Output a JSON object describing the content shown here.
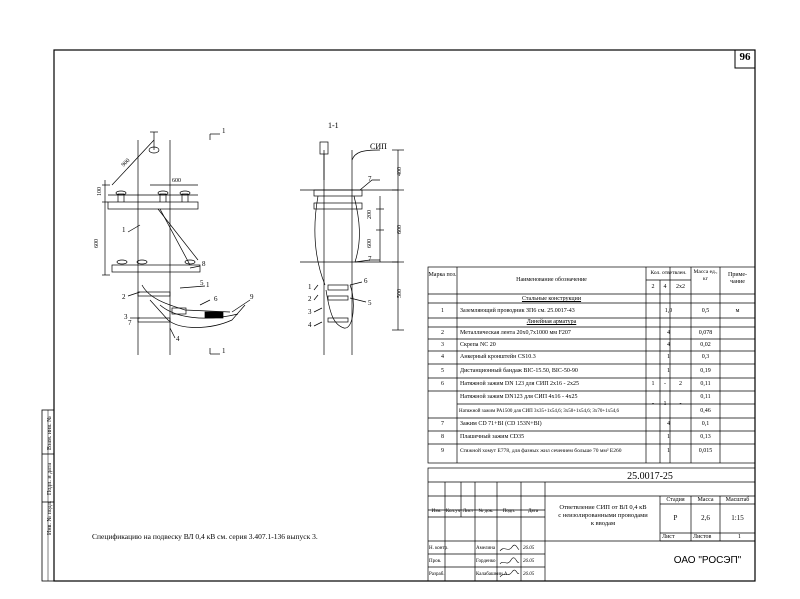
{
  "sheet": {
    "number": "96",
    "doc_code": "25.0017-25",
    "title_lines": [
      "Ответвление СИП от  ВЛ 0,4 кВ",
      "с неизолированными проводами",
      "к вводам"
    ],
    "company": "ОАО \"РОСЭП\"",
    "stage_label": "Стадия",
    "mass_label": "Масса",
    "scale_label": "Масштаб",
    "stage": "Р",
    "mass": "2,6",
    "scale": "1:15",
    "sheet_label": "Лист",
    "sheets_label": "Листов",
    "sheets": "1"
  },
  "stamp_headers": [
    "Изм.",
    "Кол.уч",
    "Лист",
    "№ док.",
    "Подп.",
    "Дата"
  ],
  "signatures": [
    {
      "role": "Н. контр.",
      "name": "Амелина",
      "date": "26.05"
    },
    {
      "role": "Пров.",
      "name": "Горденко",
      "date": "26.05"
    },
    {
      "role": "Разраб.",
      "name": "Калабашкин А.",
      "date": "26.05"
    }
  ],
  "side_labels": [
    "Инв. № подл.",
    "Подп. и дата",
    "Взам. инв. №"
  ],
  "note": "Спецификацию на подвеску  ВЛ 0,4 кВ см. серия 3.407.1-136 выпуск 3.",
  "drawing": {
    "section_label": "1-1",
    "cut_marks": [
      "1",
      "1"
    ],
    "sip_label": "СИП",
    "dims_left": [
      "900",
      "600",
      "100",
      "600"
    ],
    "dims_right": [
      "400",
      "200",
      "600",
      "600",
      "500"
    ],
    "callouts_left": [
      "1",
      "2",
      "3",
      "4",
      "5",
      "6",
      "7",
      "8",
      "9",
      "1"
    ],
    "callouts_right": [
      "1",
      "2",
      "3",
      "4",
      "5",
      "6",
      "7",
      "7"
    ]
  },
  "table": {
    "headers": {
      "mark": "Марка поз.",
      "name": "Наименование обозначение",
      "qty": "Кол. ответвлен.",
      "qty_cols": [
        "2",
        "4",
        "2x2"
      ],
      "mass": "Масса ед., кг",
      "note": "Приме- чание"
    },
    "rows": [
      {
        "type": "section",
        "name": "Стальные конструкции"
      },
      {
        "mark": "1",
        "name": "Заземляющий проводник ЗП6 см. 25.0017-43",
        "q2": "",
        "q4": "1,0",
        "q22": "",
        "mass": "0,5",
        "note": "м"
      },
      {
        "type": "section",
        "name": "Линейная арматура"
      },
      {
        "mark": "2",
        "name": "Металлическая лента 20х0,7х1000 мм F207",
        "q2": "",
        "q4": "4",
        "q22": "",
        "mass": "0,078",
        "note": ""
      },
      {
        "mark": "3",
        "name": "Скрепа NC 20",
        "q2": "",
        "q4": "4",
        "q22": "",
        "mass": "0,02",
        "note": ""
      },
      {
        "mark": "4",
        "name": "Анкерный кронштейн CS10.3",
        "q2": "",
        "q4": "1",
        "q22": "",
        "mass": "0,3",
        "note": ""
      },
      {
        "mark": "5",
        "name": "Дистанционный бандаж BIC-15.50, BIC-50-90",
        "q2": "",
        "q4": "1",
        "q22": "",
        "mass": "0,19",
        "note": ""
      },
      {
        "mark": "6",
        "name": "Натяжной зажим DN 123 для СИП 2х16 - 2х25",
        "q2": "1",
        "q4": "-",
        "q22": "2",
        "mass": "0,11",
        "note": ""
      },
      {
        "mark": "",
        "name": "Натяжной зажим DN123 для СИП 4х16 - 4х25",
        "q2": "",
        "q4": "",
        "q22": "",
        "mass": "0,11",
        "note": ""
      },
      {
        "mark": "",
        "name": "Натяжной зажим PA1500 для СИП 3х35+1х54,6; 3х50+1х54,6; 3х70+1х54,6",
        "q2": "",
        "q4": "",
        "q22": "",
        "mass": "0,46",
        "note": ""
      },
      {
        "mark": "7",
        "name": "Зажим CD 71+BI (CD 153N+BI)",
        "q2": "",
        "q4": "4",
        "q22": "",
        "mass": "0,1",
        "note": ""
      },
      {
        "mark": "8",
        "name": "Плашечный зажим CD35",
        "q2": "",
        "q4": "1",
        "q22": "",
        "mass": "0,13",
        "note": ""
      },
      {
        "mark": "9",
        "name": "Стяжной хомут E778, для фазных жил сечением больше 70 мм² E260",
        "q2": "",
        "q4": "1",
        "q22": "",
        "mass": "0,015",
        "note": ""
      }
    ],
    "merged_qty": {
      "q2": "-",
      "q4": "1",
      "q22": "-"
    }
  }
}
